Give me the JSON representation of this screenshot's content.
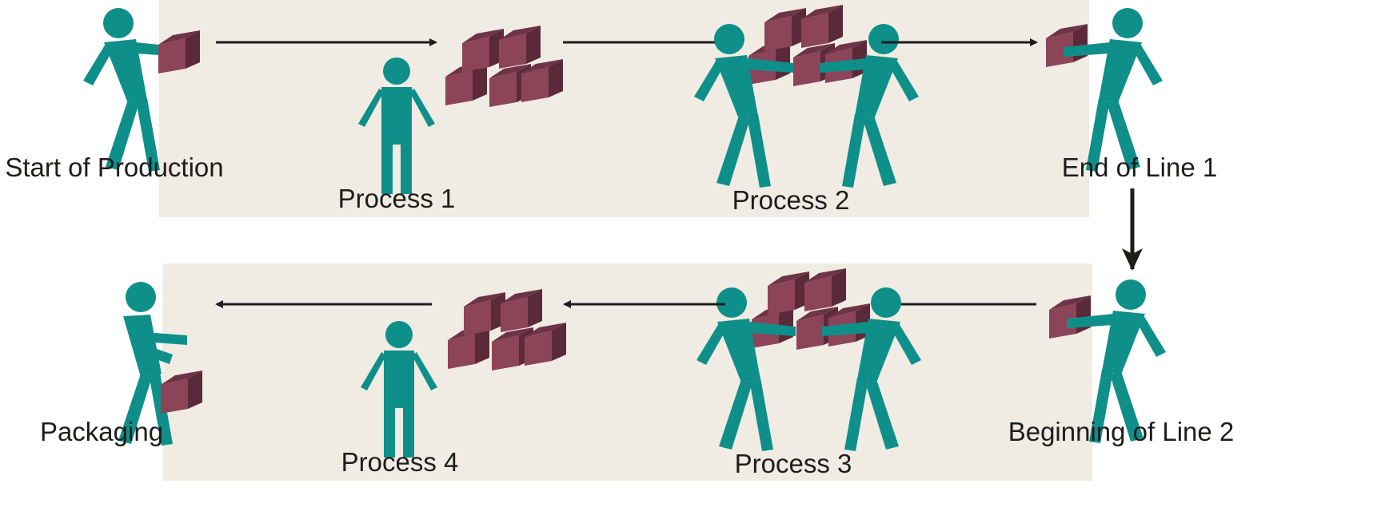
{
  "colors": {
    "band": "#f0ece3",
    "figure": "#0f8f8a",
    "box_front": "#8c4459",
    "box_top": "#6e3347",
    "box_side": "#5a2a3a",
    "arrow": "#1d1d1b"
  },
  "labels": {
    "start": "Start of Production",
    "process1": "Process 1",
    "process2": "Process 2",
    "end_line1": "End of Line 1",
    "begin_line2": "Beginning of Line 2",
    "process3": "Process 3",
    "process4": "Process 4",
    "packaging": "Packaging"
  }
}
